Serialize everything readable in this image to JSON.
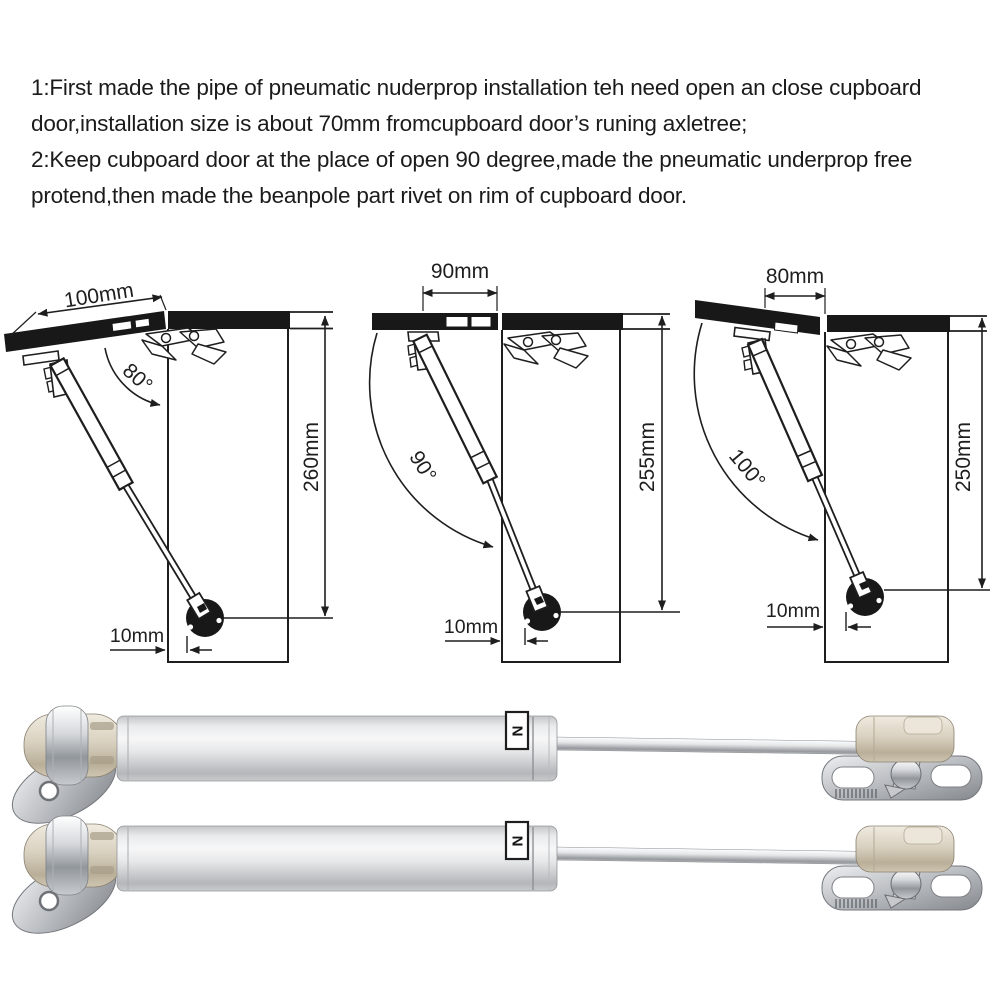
{
  "instructions": {
    "lines": [
      "1:First made the pipe of pneumatic nuderprop installation teh need open an close cupboard",
      "door,installation size is about 70mm fromcupboard door’s runing axletree;",
      "2:Keep cubpoard door at the place of open 90 degree,made the pneumatic underprop free",
      "protend,then made the beanpole part rivet on rim of cupboard door."
    ]
  },
  "diagrams": [
    {
      "name": "cupboard-door-open-80-degree",
      "door_width_label": "100mm",
      "angle_label": "80°",
      "height_label": "260mm",
      "offset_label": "10mm"
    },
    {
      "name": "cupboard-door-open-90-degree",
      "door_width_label": "90mm",
      "angle_label": "90°",
      "height_label": "255mm",
      "offset_label": "10mm"
    },
    {
      "name": "cupboard-door-open-100-degree",
      "door_width_label": "80mm",
      "angle_label": "100°",
      "height_label": "250mm",
      "offset_label": "10mm"
    }
  ],
  "products": {
    "items": [
      {
        "name": "gas-strut-photo-top",
        "cylinder_label": "N"
      },
      {
        "name": "gas-strut-photo-bottom",
        "cylinder_label": "N"
      }
    ]
  },
  "colors": {
    "ink": "#1b1b1b",
    "diagram_line": "#1e1e1e",
    "beige_plastic": "#d5ccba",
    "metal_silver": "#c6c8cc"
  }
}
